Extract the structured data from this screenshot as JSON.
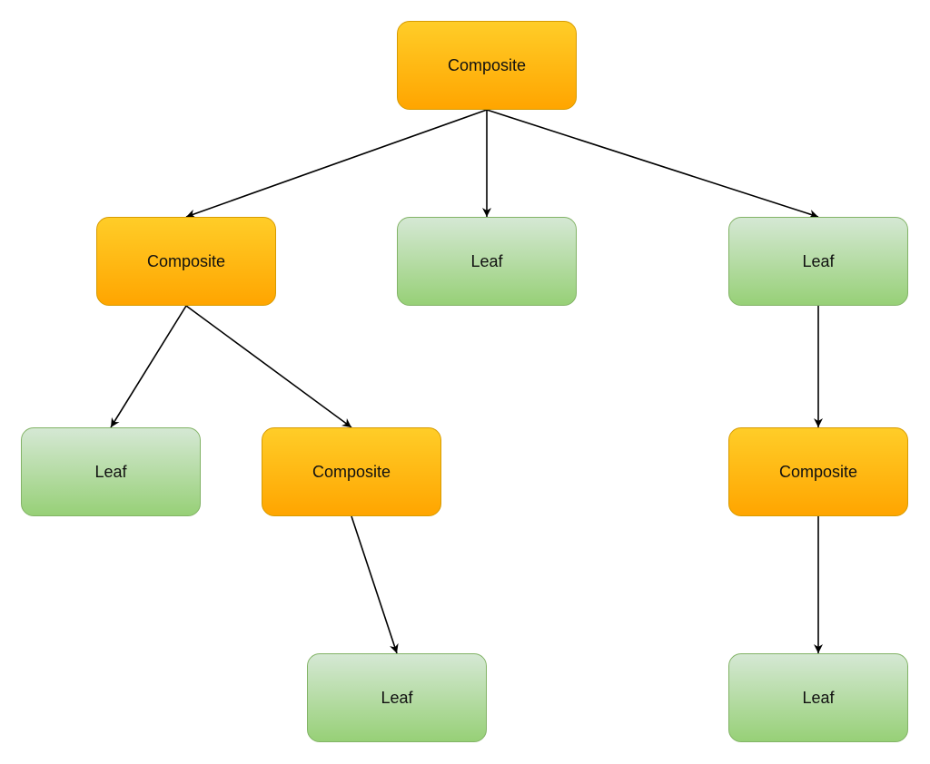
{
  "nodes": [
    {
      "id": "n1",
      "label": "Composite",
      "kind": "composite"
    },
    {
      "id": "n2",
      "label": "Composite",
      "kind": "composite"
    },
    {
      "id": "n3",
      "label": "Leaf",
      "kind": "leaf"
    },
    {
      "id": "n4",
      "label": "Leaf",
      "kind": "leaf"
    },
    {
      "id": "n5",
      "label": "Leaf",
      "kind": "leaf"
    },
    {
      "id": "n6",
      "label": "Composite",
      "kind": "composite"
    },
    {
      "id": "n7",
      "label": "Composite",
      "kind": "composite"
    },
    {
      "id": "n8",
      "label": "Leaf",
      "kind": "leaf"
    },
    {
      "id": "n9",
      "label": "Leaf",
      "kind": "leaf"
    }
  ],
  "edges": [
    {
      "from": "n1",
      "to": "n2"
    },
    {
      "from": "n1",
      "to": "n3"
    },
    {
      "from": "n1",
      "to": "n4"
    },
    {
      "from": "n2",
      "to": "n5"
    },
    {
      "from": "n2",
      "to": "n6"
    },
    {
      "from": "n6",
      "to": "n8"
    },
    {
      "from": "n4",
      "to": "n7"
    },
    {
      "from": "n7",
      "to": "n9"
    }
  ],
  "colors": {
    "composite_top": "#ffcd28",
    "composite_bottom": "#ffa500",
    "composite_border": "#d79b00",
    "leaf_top": "#d5e8d4",
    "leaf_bottom": "#97d077",
    "leaf_border": "#82b366",
    "edge": "#000000"
  }
}
